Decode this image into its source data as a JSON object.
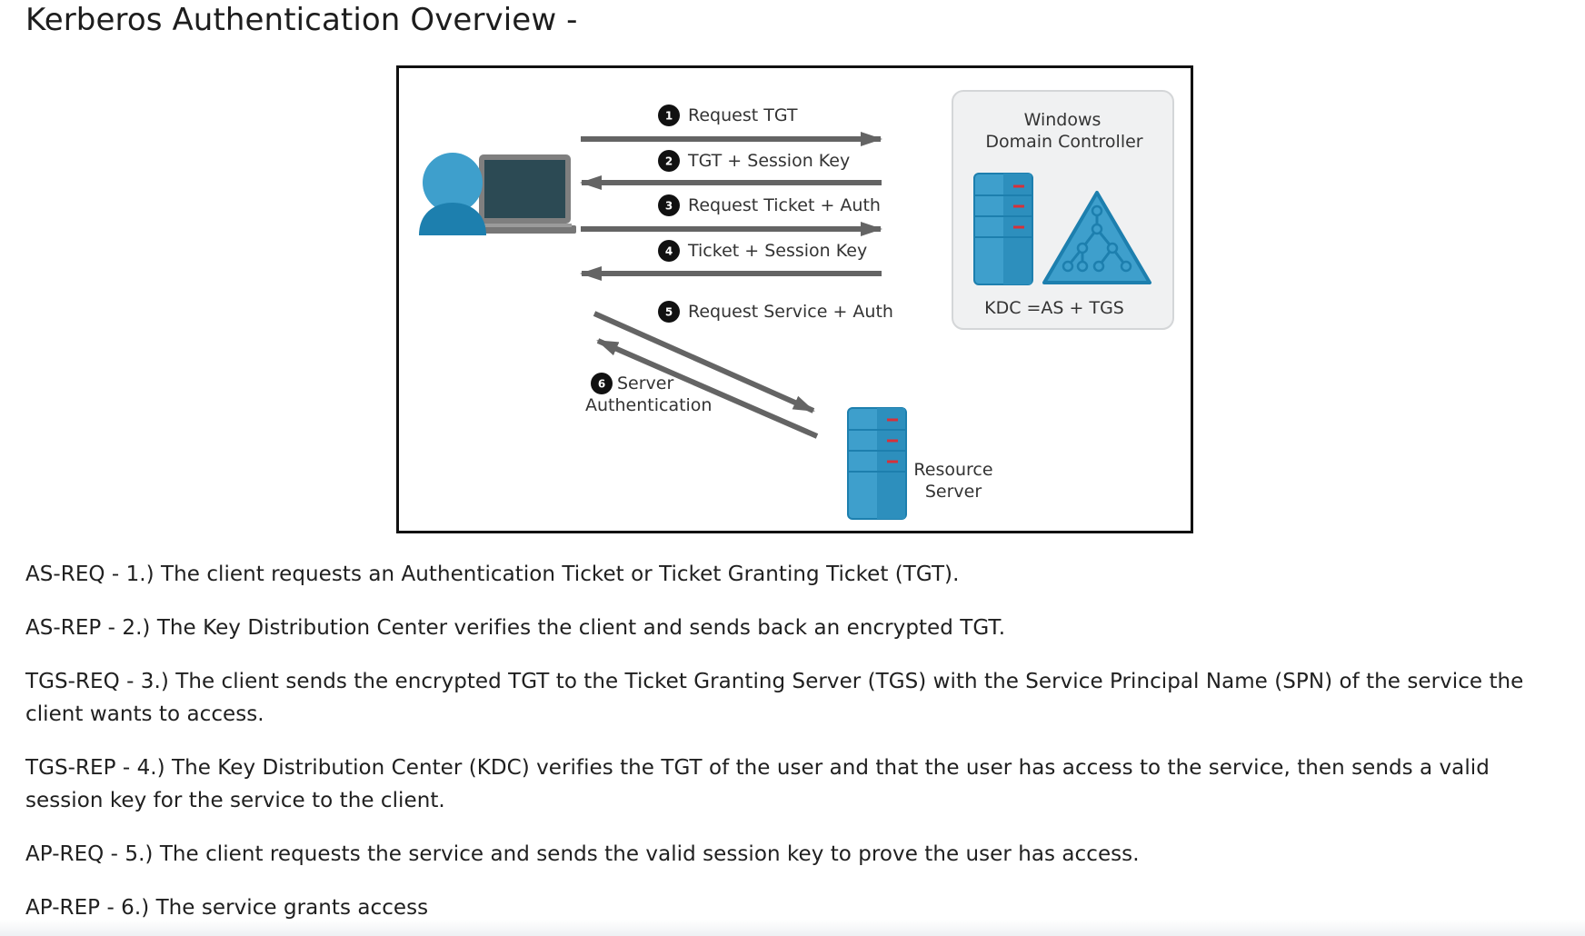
{
  "page": {
    "title": "Kerberos Authentication Overview -"
  },
  "diagram": {
    "arrows": [
      {
        "number": "1",
        "label": "Request TGT"
      },
      {
        "number": "2",
        "label": "TGT + Session Key"
      },
      {
        "number": "3",
        "label": "Request Ticket + Auth"
      },
      {
        "number": "4",
        "label": "Ticket + Session Key"
      },
      {
        "number": "5",
        "label": "Request Service + Auth"
      },
      {
        "number": "6",
        "label_line1": "Server",
        "label_line2": "Authentication"
      }
    ],
    "domain_controller": {
      "line1": "Windows",
      "line2": "Domain Controller",
      "kdc_label": "KDC =AS + TGS"
    },
    "resource_server": {
      "line1": "Resource",
      "line2": "Server"
    },
    "colors": {
      "blue": "#3e9fcc",
      "dark_blue": "#1d7fae",
      "arrow_gray": "#646464",
      "screen_dark": "#2c4a54",
      "panel_bg": "#f0f1f2"
    }
  },
  "steps": [
    "AS-REQ - 1.) The client requests an Authentication Ticket or Ticket Granting Ticket (TGT).",
    "AS-REP - 2.) The Key Distribution Center verifies the client and sends back an encrypted TGT.",
    "TGS-REQ - 3.) The client sends the encrypted TGT to the Ticket Granting Server (TGS) with the Service Principal Name (SPN) of the service the client wants to access.",
    "TGS-REP - 4.) The Key Distribution Center (KDC) verifies the TGT of the user and that the user has access to the service, then sends a valid session key for the service to the client.",
    "AP-REQ - 5.) The client requests the service and sends the valid session key to prove the user has access.",
    "AP-REP - 6.) The service grants access"
  ]
}
